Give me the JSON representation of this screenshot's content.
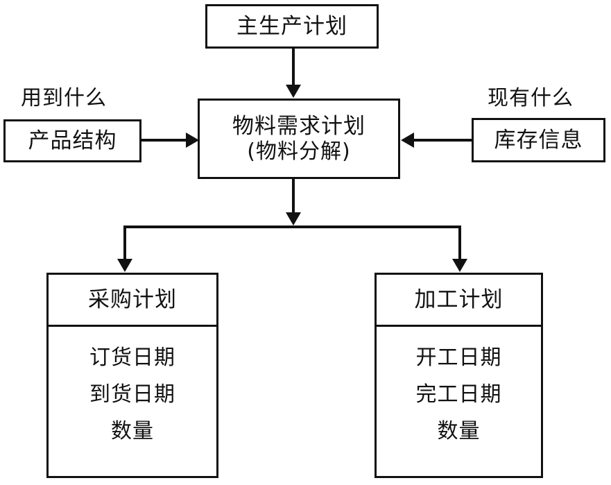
{
  "diagram": {
    "title_node": {
      "label": "主生产计划"
    },
    "center_node": {
      "line1": "物料需求计划",
      "line2": "(物料分解)"
    },
    "left": {
      "caption": "用到什么",
      "node_label": "产品结构"
    },
    "right": {
      "caption": "现有什么",
      "node_label": "库存信息"
    },
    "outputs": [
      {
        "header": "采购计划",
        "rows": [
          "订货日期",
          "到货日期",
          "数量"
        ]
      },
      {
        "header": "加工计划",
        "rows": [
          "开工日期",
          "完工日期",
          "数量"
        ]
      }
    ],
    "colors": {
      "stroke": "#111111",
      "background": "#ffffff"
    }
  }
}
